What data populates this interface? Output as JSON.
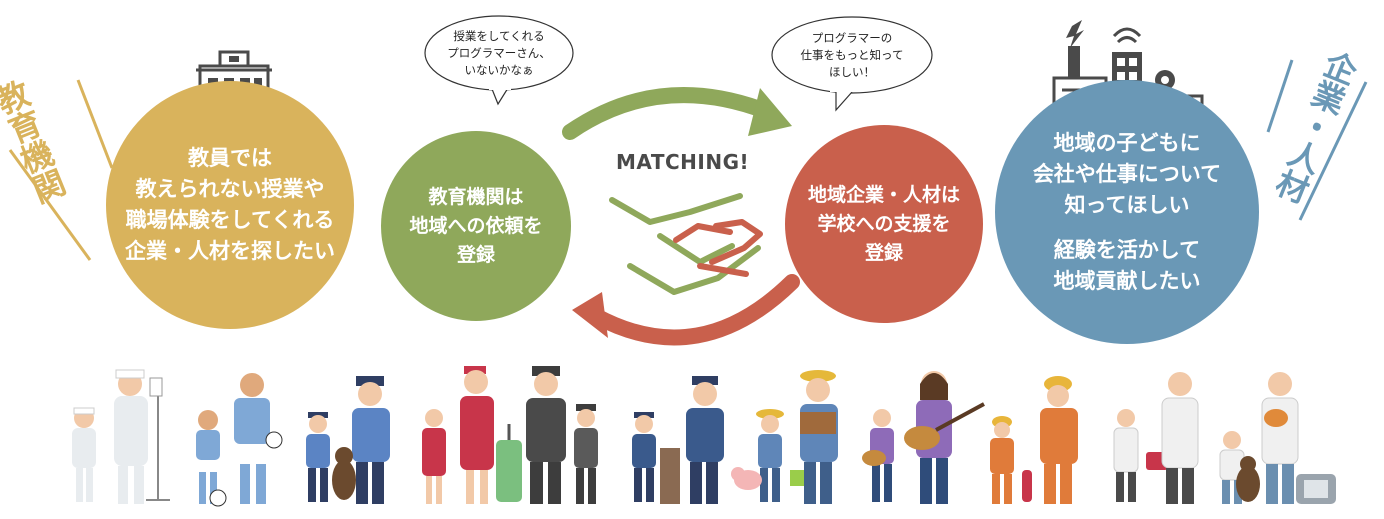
{
  "side_titles": {
    "education": "教育機関",
    "corporate": "企業・人材"
  },
  "circles": {
    "education_need": [
      "教員では",
      "教えられない授業や",
      "職場体験をしてくれる",
      "企業・人材を探したい"
    ],
    "education_register": [
      "教育機関は",
      "地域への依頼を",
      "登録"
    ],
    "corporate_register": [
      "地域企業・人材は",
      "学校への支援を",
      "登録"
    ],
    "corporate_wish": [
      "地域の子どもに",
      "会社や仕事について",
      "知ってほしい",
      "経験を活かして",
      "地域貢献したい"
    ]
  },
  "bubbles": {
    "education": [
      "授業をしてくれる",
      "プログラマーさん、",
      "いないかなぁ"
    ],
    "corporate": [
      "プログラマーの",
      "仕事をもっと知って",
      "ほしい！"
    ]
  },
  "matching_label": "MATCHING!",
  "colors": {
    "education": "#d9b35c",
    "green": "#8fa85b",
    "red": "#c9604c",
    "corporate": "#6a98b6",
    "illustration_dark": "#4a4a4a"
  },
  "icons": [
    "school-building-icon",
    "factory-city-icon",
    "handshake-icon",
    "cycle-arrows-icon"
  ],
  "people": [
    "nurse-child",
    "nurse",
    "soccer-child",
    "soccer-player",
    "police-child",
    "police-officer",
    "police-dog",
    "flight-attendant-child",
    "flight-attendant",
    "pilot",
    "pilot-child",
    "mail-carrier-child",
    "mail-carrier",
    "farmer-child",
    "pig",
    "farmer",
    "guitarist-child",
    "guitarist",
    "firefighter-child",
    "firefighter",
    "doctor-child",
    "doctor",
    "veterinarian-child",
    "veterinarian",
    "dog"
  ]
}
